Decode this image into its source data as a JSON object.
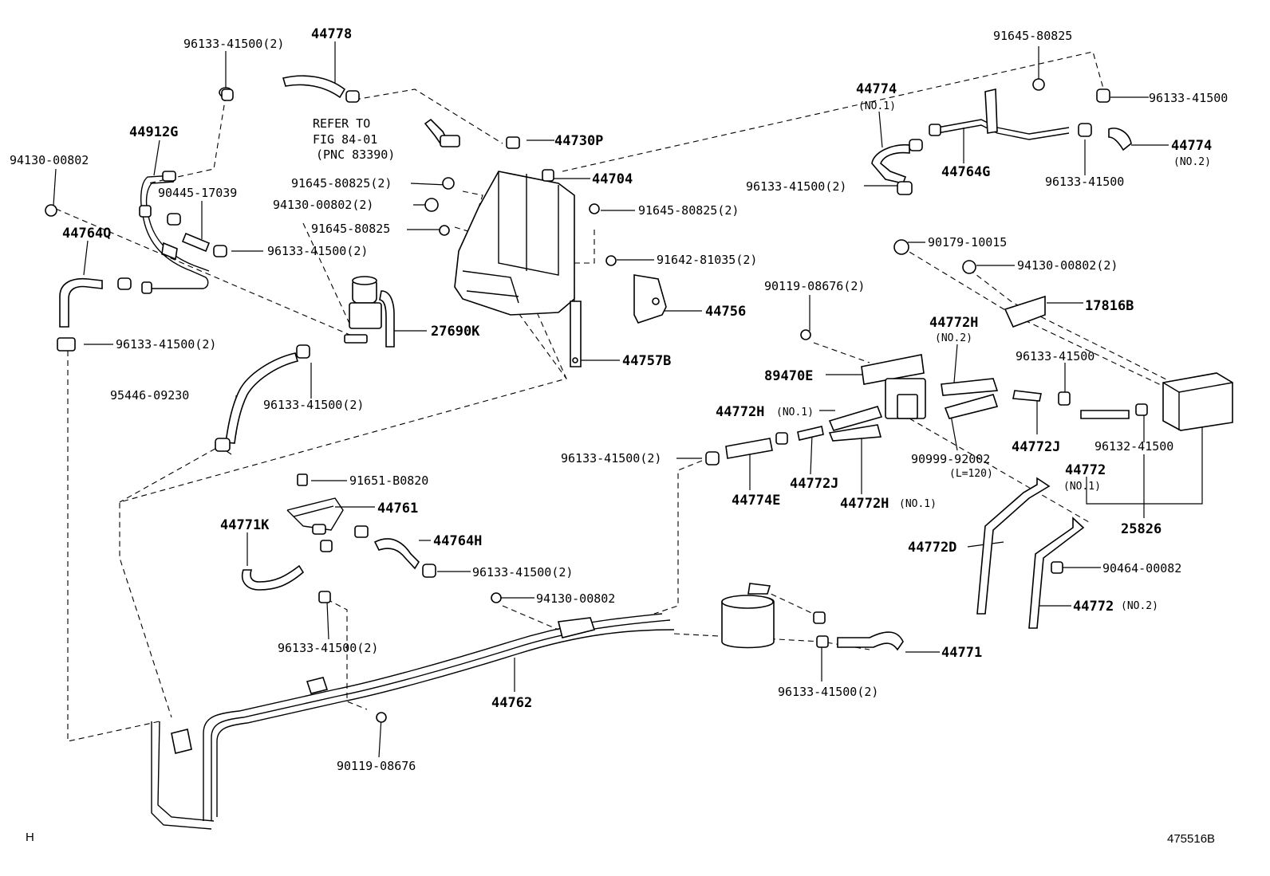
{
  "refer_note": [
    "REFER TO",
    "FIG 84-01",
    "(PNC 83390)"
  ],
  "labels": {
    "p44778": "44778",
    "p96133_tl": "96133-41500(2)",
    "p44912G": "44912G",
    "p94130_l": "94130-00802",
    "p90445": "90445-17039",
    "p44764Q": "44764Q",
    "p96133_l1": "96133-41500(2)",
    "p96133_l2": "96133-41500(2)",
    "p27690K": "27690K",
    "p95446": "95446-09230",
    "p96133_l3": "96133-41500(2)",
    "p44730P": "44730P",
    "p91645_a": "91645-80825(2)",
    "p44704": "44704",
    "p94130_c": "94130-00802(2)",
    "p91645_b": "91645-80825(2)",
    "p91645_c": "91645-80825",
    "p91642": "91642-81035(2)",
    "p44756": "44756",
    "p44757B": "44757B",
    "p44774_no1": "44774",
    "p44774_no1_sub": "(NO.1)",
    "p91645_tr": "91645-80825",
    "p96133_tr1": "96133-41500",
    "p44774_no2": "44774",
    "p44774_no2_sub": "(NO.2)",
    "p44764G": "44764G",
    "p96133_tr2": "96133-41500(2)",
    "p96133_tr3": "96133-41500",
    "p90179": "90179-10015",
    "p94130_r": "94130-00802(2)",
    "p17816B": "17816B",
    "p90119_r": "90119-08676(2)",
    "p44772H_no2": "44772H",
    "p44772H_no2_sub": "(NO.2)",
    "p89470E": "89470E",
    "p96133_r1": "96133-41500",
    "p44772H_no1a": "44772H",
    "p44772H_no1a_sub": "(NO.1)",
    "p44772J_a": "44772J",
    "p96132": "96132-41500",
    "p96133_r2": "96133-41500(2)",
    "p44772J_b": "44772J",
    "p90999": "90999-92002",
    "p90999_sub": "(L=120)",
    "p44772": "44772",
    "p44772_sub": "(NO.1)",
    "p44774E": "44774E",
    "p44772H_no1b": "44772H",
    "p44772H_no1b_sub": "(NO.1)",
    "p25826": "25826",
    "p91651": "91651-B0820",
    "p44761": "44761",
    "p44771K": "44771K",
    "p44764H": "44764H",
    "p44772D": "44772D",
    "p90464": "90464-00082",
    "p96133_m1": "96133-41500(2)",
    "p94130_m": "94130-00802",
    "p44772_no2": "44772",
    "p44772_no2_sub": "(NO.2)",
    "p96133_m2": "96133-41500(2)",
    "p44771": "44771",
    "p44762": "44762",
    "p96133_b": "96133-41500(2)",
    "p90119_b": "90119-08676"
  },
  "footer": {
    "left": "H",
    "right": "475516B"
  }
}
